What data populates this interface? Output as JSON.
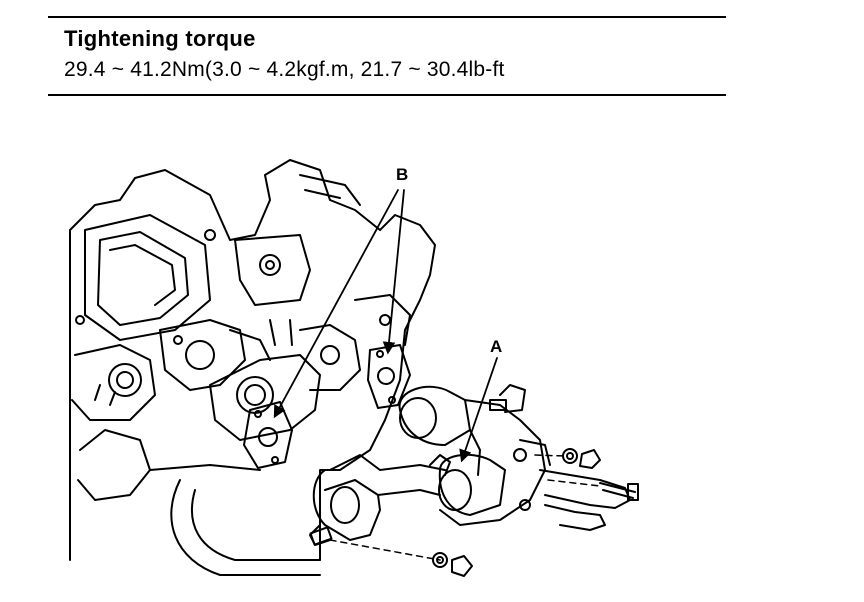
{
  "spec": {
    "title": "Tightening torque",
    "value": "29.4 ~ 41.2Nm(3.0 ~ 4.2kgf.m, 21.7 ~ 30.4lb-ft"
  },
  "diagram": {
    "callouts": {
      "a": "A",
      "b": "B"
    }
  },
  "colors": {
    "ink": "#000000",
    "paper": "#ffffff"
  }
}
